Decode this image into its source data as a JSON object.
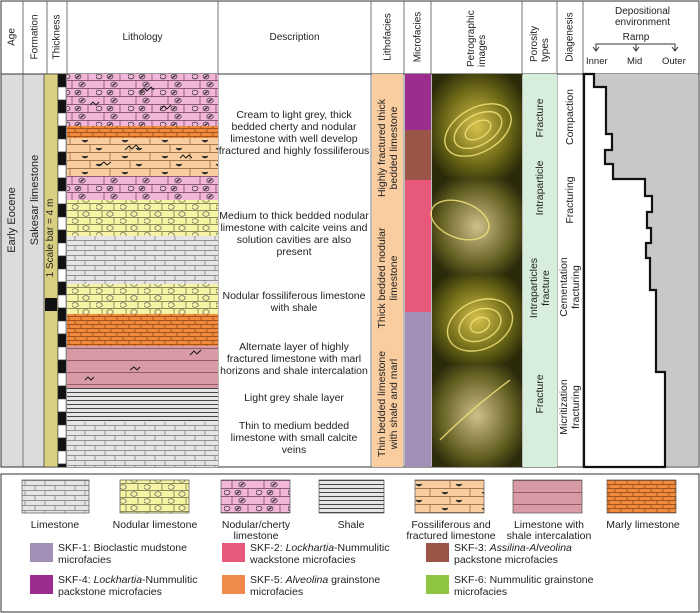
{
  "headers": {
    "age": "Age",
    "formation": "Formation",
    "thickness": "Thickness",
    "lithology": "Lithology",
    "description": "Description",
    "lithofacies": "Lithofacies",
    "microfacies": "Microfacies",
    "petrographic": "Petrographic images",
    "porosity": "Porosity types",
    "diagenesis": "Diagenesis",
    "environment": "Depositional environment",
    "ramp": "Ramp",
    "inner": "Inner",
    "mid": "Mid",
    "outer": "Outer"
  },
  "age_label": "Early Eocene",
  "formation_label": "Sakesar limestone",
  "scale_label": "1 Scale bar = 4 m",
  "descriptions": [
    "Cream to light grey, thick bedded cherty and nodular limestone with well develop fractured and highly fossiliferous",
    "Medium to thick bedded nodular limestone with calcite veins and solution cavities are also present",
    "Nodular fossiliferous limestone with shale",
    "Alternate layer of highly fractured limestone with marl horizons and shale intercalation",
    "Light grey shale layer",
    "Thin to medium bedded limestone with small calcite veins"
  ],
  "lithofacies": [
    "Highly fractured thick bedded limestone",
    "Thick bedded nodular limestone",
    "Thin bedded limestone with shale and marl"
  ],
  "porosity": [
    "Fracture",
    "Intraparticle",
    "Intraparticles fracture",
    "Fracture"
  ],
  "diagenesis": [
    "Compaction",
    "Fracturing",
    "Cementation fracturing",
    "Micritization fracturing"
  ],
  "legend": [
    "Limestone",
    "Nodular limestone",
    "Nodular/cherty limestone",
    "Shale",
    "Fossiliferous and fractured limestone",
    "Limestone with shale intercalation",
    "Marly limestone"
  ],
  "microfacies_legend": [
    {
      "code": "SKF-1: ",
      "prefix": "",
      "italic": "",
      "rest": "Bioclastic mudstone microfacies",
      "color": "#a18fb6"
    },
    {
      "code": "SKF-2: ",
      "prefix": "",
      "italic": "Lockhartia",
      "rest": "-Nummulitic wackstone microfacies",
      "color": "#e7587a"
    },
    {
      "code": "SKF-3: ",
      "prefix": "",
      "italic": "Assilina-Alveolina",
      "rest": " packstone microfacies",
      "color": "#9a5546"
    },
    {
      "code": "SKF-4: ",
      "prefix": "",
      "italic": "Lockhartia",
      "rest": "-Nummulitic packstone microfacies",
      "color": "#9b2d8f"
    },
    {
      "code": "SKF-5: ",
      "prefix": "",
      "italic": "Alveolina",
      "rest": " grainstone microfacies",
      "color": "#f08a4b"
    },
    {
      "code": "SKF-6: ",
      "prefix": "",
      "italic": "",
      "rest": "Nummulitic grainstone microfacies",
      "color": "#8ec63f"
    }
  ],
  "colors": {
    "limestone": "#e5e5e7",
    "nodular": "#f6f3a5",
    "cherty": "#f2b6d9",
    "marly": "#f08a3c",
    "shale_intercalation": "#d89aa4",
    "lithofacies": "#f9cda0",
    "porosity": "#d6eedb",
    "environment": "#c8c8c8"
  }
}
